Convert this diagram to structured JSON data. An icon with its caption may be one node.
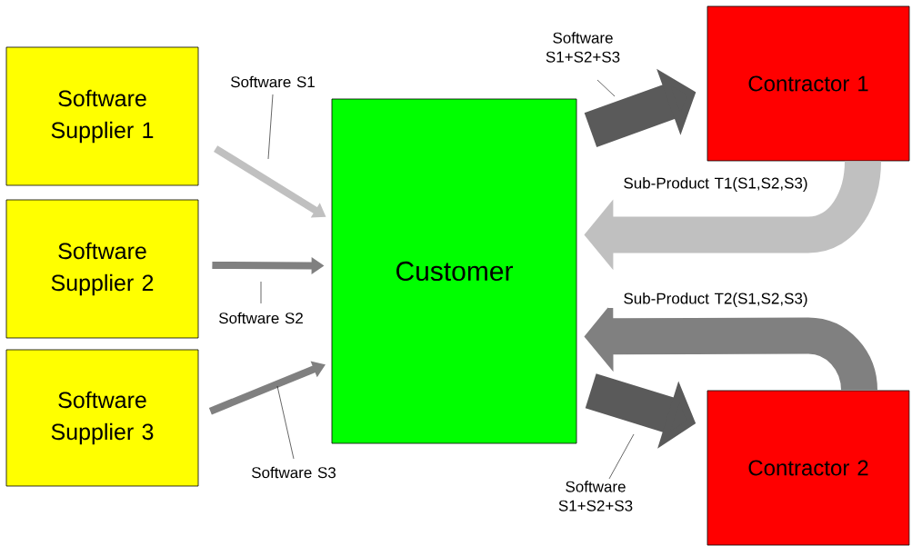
{
  "diagram": {
    "nodes": [
      {
        "text": [
          "Software Supplier 1"
        ]
      },
      {
        "text": [
          "Software Supplier 2"
        ]
      },
      {
        "text": [
          "Software Supplier 3"
        ]
      },
      {
        "text": [
          "Customer"
        ]
      },
      {
        "text": [
          "Contractor 1"
        ]
      },
      {
        "text": [
          "Contractor 2"
        ]
      }
    ],
    "edges": [
      {
        "from": 0,
        "to": 3,
        "arrow": "to",
        "label": "Software S1",
        "color": "#c0c0c0"
      },
      {
        "from": 1,
        "to": 3,
        "arrow": "to",
        "label": "Software S2"
      },
      {
        "from": 2,
        "to": 3,
        "arrow": "to",
        "label": "Software S3"
      },
      {
        "from": 3,
        "to": 4,
        "arrow": "to",
        "label": "Software S1+S2+S3",
        "color": "#5a5a5a"
      },
      {
        "from": 4,
        "to": 3,
        "arrow": "to",
        "label": "Sub-Product T1(S1,S2,S3)",
        "color": "#c0c0c0"
      },
      {
        "from": 5,
        "to": 3,
        "arrow": "to",
        "label": "Sub-Product T2(S1,S2,S3)"
      },
      {
        "from": 3,
        "to": 5,
        "arrow": "to",
        "label": "Software S1+S2+S3",
        "color": "#5a5a5a"
      }
    ]
  }
}
